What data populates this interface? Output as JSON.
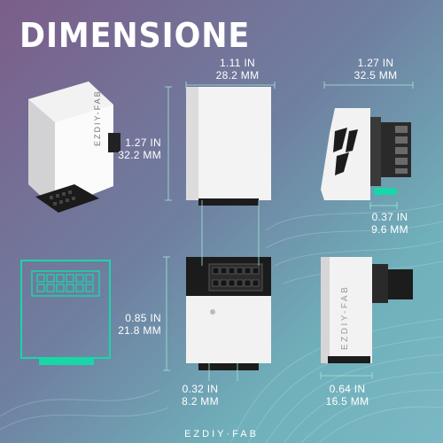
{
  "title": "DIMENSIONE",
  "dimensions": {
    "top_width": {
      "in": "1.11 IN",
      "mm": "28.2 MM"
    },
    "top_right_width": {
      "in": "1.27 IN",
      "mm": "32.5 MM"
    },
    "front_height": {
      "in": "1.27 IN",
      "mm": "32.2 MM"
    },
    "side_depth": {
      "in": "0.37 IN",
      "mm": "9.6 MM"
    },
    "bottom_height": {
      "in": "0.85 IN",
      "mm": "21.8 MM"
    },
    "bottom_offset": {
      "in": "0.32 IN",
      "mm": "8.2 MM"
    },
    "bottom_right_width": {
      "in": "0.64 IN",
      "mm": "16.5 MM"
    }
  },
  "brand": {
    "side_label": "EZDIY-FAB",
    "footer": "EZDIY·FAB"
  },
  "colors": {
    "accent": "#19d6a9",
    "guide": "#9fe8d6",
    "body_white": "#f4f4f4"
  }
}
